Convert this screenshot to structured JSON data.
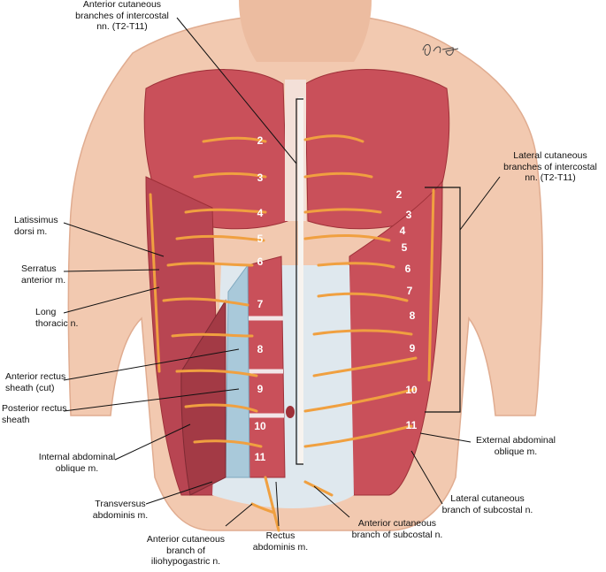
{
  "signature": "ACkel",
  "labels": {
    "anterior_cutaneous_intercostal": "Anterior cutaneous\nbranches of intercostal\nnn. (T2-T11)",
    "lateral_cutaneous_intercostal": "Lateral cutaneous\nbranches of intercostal\nnn. (T2-T11)",
    "latissimus_dorsi": "Latissimus\ndorsi m.",
    "serratus_anterior": "Serratus\nanterior m.",
    "long_thoracic": "Long\nthoracic n.",
    "anterior_rectus_sheath": "Anterior rectus\nsheath (cut)",
    "posterior_rectus_sheath": "Posterior rectus\nsheath",
    "internal_abdominal_oblique": "Internal abdominal\noblique m.",
    "transversus_abdominis": "Transversus\nabdominis m.",
    "anterior_cutaneous_iliohypogastric": "Anterior cutaneous\nbranch of\niliohypogastric n.",
    "rectus_abdominis": "Rectus\nabdominis m.",
    "anterior_cutaneous_subcostal": "Anterior cutaneous\nbranch of subcostal n.",
    "lateral_cutaneous_subcostal": "Lateral cutaneous\nbranch of subcostal n.",
    "external_abdominal_oblique": "External abdominal\noblique m."
  },
  "left_numbers": [
    "2",
    "3",
    "4",
    "5",
    "6",
    "7",
    "8",
    "9",
    "10",
    "11"
  ],
  "right_numbers": [
    "2",
    "3",
    "4",
    "5",
    "6",
    "7",
    "8",
    "9",
    "10",
    "11"
  ],
  "colors": {
    "muscle": "#c9505a",
    "muscle_dark": "#9e3038",
    "nerve": "#f0a040",
    "skin": "#f2c9b0",
    "fascia": "#dfe8ee",
    "sheath": "#a9c9da"
  }
}
